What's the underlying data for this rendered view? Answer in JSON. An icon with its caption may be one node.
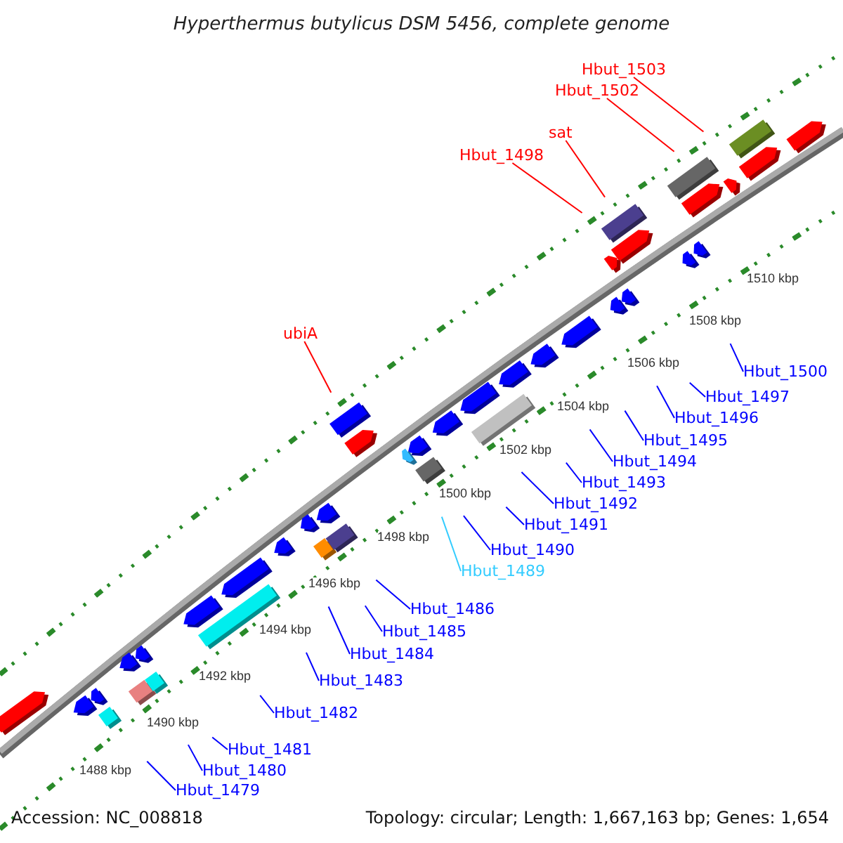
{
  "diagram": {
    "title": "Hyperthermus butylicus DSM 5456, complete genome",
    "nodes": [
      {
        "text": [
          "Hbut_1503"
        ]
      },
      {
        "text": [
          "Hbut_1502"
        ]
      },
      {
        "text": [
          "sat"
        ]
      },
      {
        "text": [
          "Hbut_1498"
        ]
      },
      {
        "text": [
          "ubiA"
        ]
      },
      {
        "text": [
          "Hbut_1500"
        ]
      },
      {
        "text": [
          "Hbut_1497"
        ]
      },
      {
        "text": [
          "Hbut_1496"
        ]
      },
      {
        "text": [
          "Hbut_1495"
        ]
      },
      {
        "text": [
          "Hbut_1494"
        ]
      },
      {
        "text": [
          "Hbut_1493"
        ]
      },
      {
        "text": [
          "Hbut_1492"
        ]
      },
      {
        "text": [
          "Hbut_1491"
        ]
      },
      {
        "text": [
          "Hbut_1490"
        ]
      },
      {
        "text": [
          "Hbut_1489"
        ]
      },
      {
        "text": [
          "Hbut_1486"
        ]
      },
      {
        "text": [
          "Hbut_1485"
        ]
      },
      {
        "text": [
          "Hbut_1484"
        ]
      },
      {
        "text": [
          "Hbut_1483"
        ]
      },
      {
        "text": [
          "Hbut_1482"
        ]
      },
      {
        "text": [
          "Hbut_1481"
        ]
      },
      {
        "text": [
          "Hbut_1480"
        ]
      },
      {
        "text": [
          "Hbut_1479"
        ]
      }
    ],
    "edges": [
      {
        "from": 0,
        "to": null,
        "arrow": "none",
        "color": "#ff0000"
      },
      {
        "from": 1,
        "to": null,
        "arrow": "none",
        "color": "#ff0000"
      },
      {
        "from": 2,
        "to": null,
        "arrow": "none",
        "color": "#ff0000"
      },
      {
        "from": 3,
        "to": null,
        "arrow": "none",
        "color": "#ff0000"
      },
      {
        "from": 4,
        "to": null,
        "arrow": "none",
        "color": "#ff0000"
      },
      {
        "from": 5,
        "to": null,
        "arrow": "none"
      },
      {
        "from": 6,
        "to": null,
        "arrow": "none"
      },
      {
        "from": 7,
        "to": null,
        "arrow": "none"
      },
      {
        "from": 8,
        "to": null,
        "arrow": "none"
      },
      {
        "from": 9,
        "to": null,
        "arrow": "none"
      },
      {
        "from": 10,
        "to": null,
        "arrow": "none"
      },
      {
        "from": 11,
        "to": null,
        "arrow": "none"
      },
      {
        "from": 12,
        "to": null,
        "arrow": "none"
      },
      {
        "from": 13,
        "to": null,
        "arrow": "none"
      },
      {
        "from": 14,
        "to": null,
        "arrow": "none",
        "color": "#33ccff"
      },
      {
        "from": 15,
        "to": null,
        "arrow": "none"
      },
      {
        "from": 16,
        "to": null,
        "arrow": "none"
      },
      {
        "from": 17,
        "to": null,
        "arrow": "none"
      },
      {
        "from": 18,
        "to": null,
        "arrow": "none"
      },
      {
        "from": 19,
        "to": null,
        "arrow": "none"
      },
      {
        "from": 20,
        "to": null,
        "arrow": "none"
      },
      {
        "from": 21,
        "to": null,
        "arrow": "none"
      },
      {
        "from": 22,
        "to": null,
        "arrow": "none"
      }
    ],
    "labels": [
      "1510 kbp",
      "1508 kbp",
      "1506 kbp",
      "1504 kbp",
      "1502 kbp",
      "1500 kbp",
      "1498 kbp",
      "1496 kbp",
      "1494 kbp",
      "1492 kbp",
      "1490 kbp",
      "1488 kbp",
      "Accession: NC_008818",
      "Topology: circular; Length: 1,667,163 bp; Genes: 1,654"
    ]
  }
}
